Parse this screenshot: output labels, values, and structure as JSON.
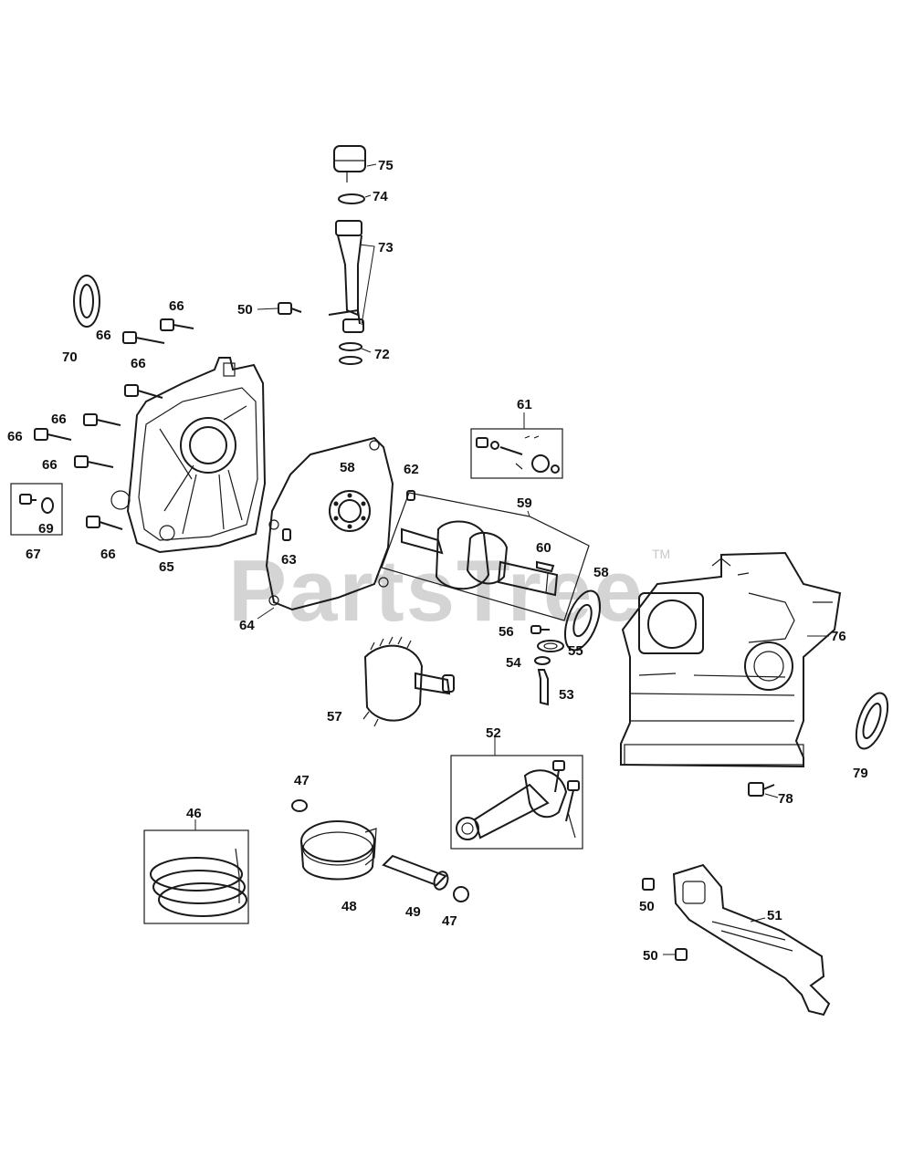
{
  "watermark": {
    "text": "PartsTree",
    "trademark": "TM"
  },
  "labels": {
    "l75": "75",
    "l74": "74",
    "l73": "73",
    "l72": "72",
    "l50a": "50",
    "l66a": "66",
    "l66b": "66",
    "l66c": "66",
    "l66d": "66",
    "l66e": "66",
    "l66f": "66",
    "l66g": "66",
    "l70": "70",
    "l69": "69",
    "l67": "67",
    "l65": "65",
    "l64": "64",
    "l63": "63",
    "l62": "62",
    "l58a": "58",
    "l58b": "58",
    "l59": "59",
    "l60": "60",
    "l61": "61",
    "l56": "56",
    "l55": "55",
    "l54": "54",
    "l53": "53",
    "l57": "57",
    "l52": "52",
    "l76": "76",
    "l79": "79",
    "l78": "78",
    "l47a": "47",
    "l47b": "47",
    "l46": "46",
    "l48": "48",
    "l49": "49",
    "l50b": "50",
    "l50c": "50",
    "l51": "51"
  },
  "colors": {
    "line": "#1a1a1a",
    "watermark": "#d4d4d4",
    "background": "#ffffff"
  }
}
